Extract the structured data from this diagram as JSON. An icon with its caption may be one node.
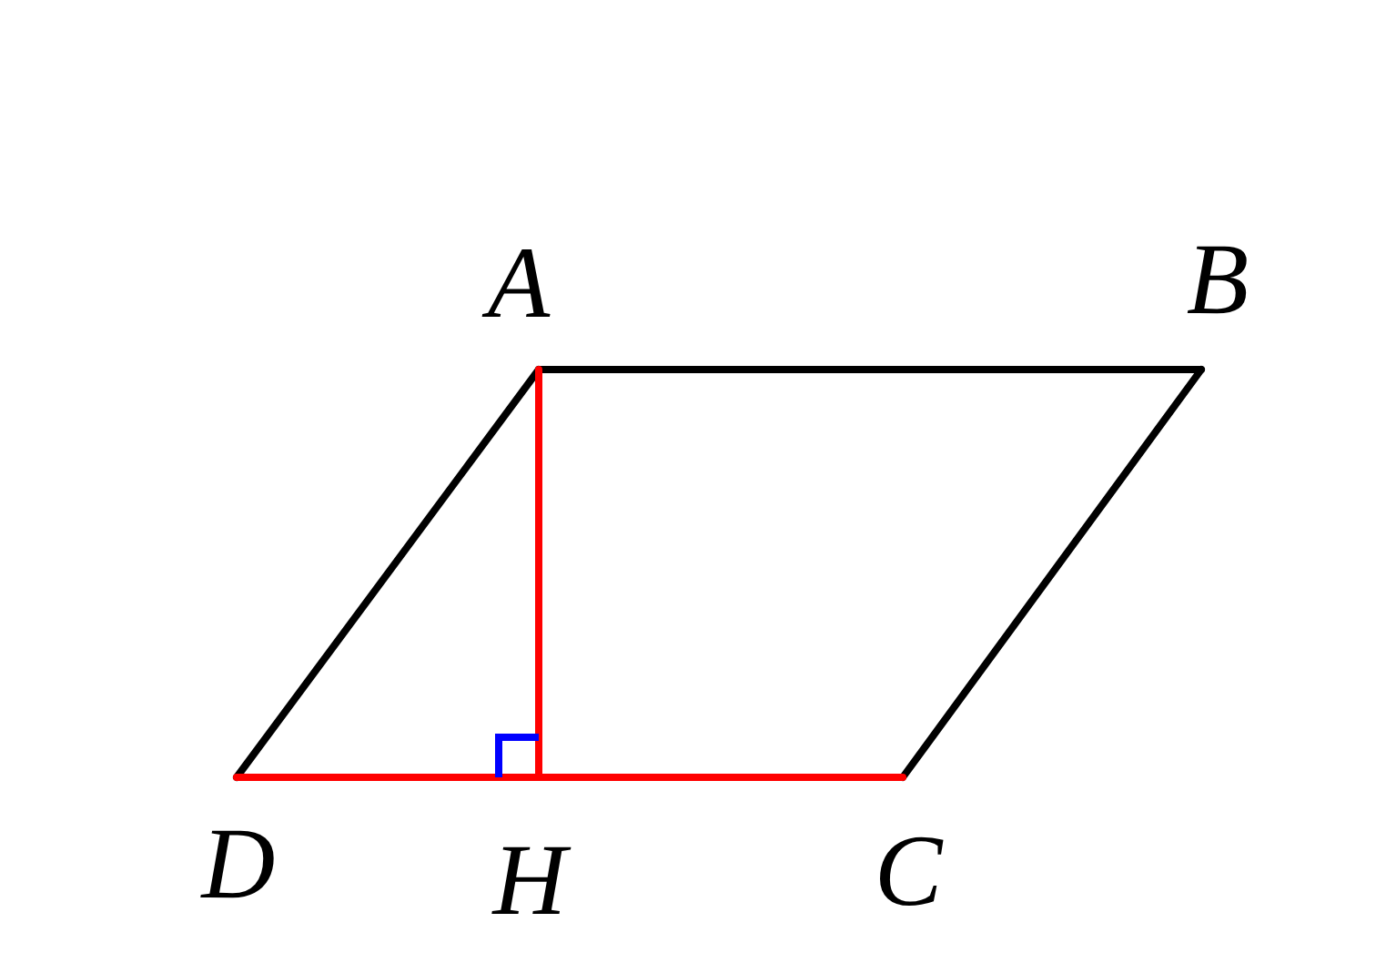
{
  "diagram": {
    "nodes": [
      {
        "text": [
          "A"
        ]
      },
      {
        "text": [
          "B"
        ]
      },
      {
        "text": [
          "C"
        ]
      },
      {
        "text": [
          "D"
        ]
      },
      {
        "text": [
          "H"
        ]
      }
    ],
    "edges": [
      {
        "from": 0,
        "to": 1,
        "arrow": "none"
      },
      {
        "from": 1,
        "to": 2,
        "arrow": "none"
      },
      {
        "from": 0,
        "to": 3,
        "arrow": "none"
      },
      {
        "from": 3,
        "to": 4,
        "arrow": "none",
        "color": "#ff0000"
      },
      {
        "from": 4,
        "to": 2,
        "arrow": "none",
        "color": "#ff0000"
      },
      {
        "from": 0,
        "to": 4,
        "arrow": "none",
        "color": "#ff0000"
      }
    ]
  }
}
